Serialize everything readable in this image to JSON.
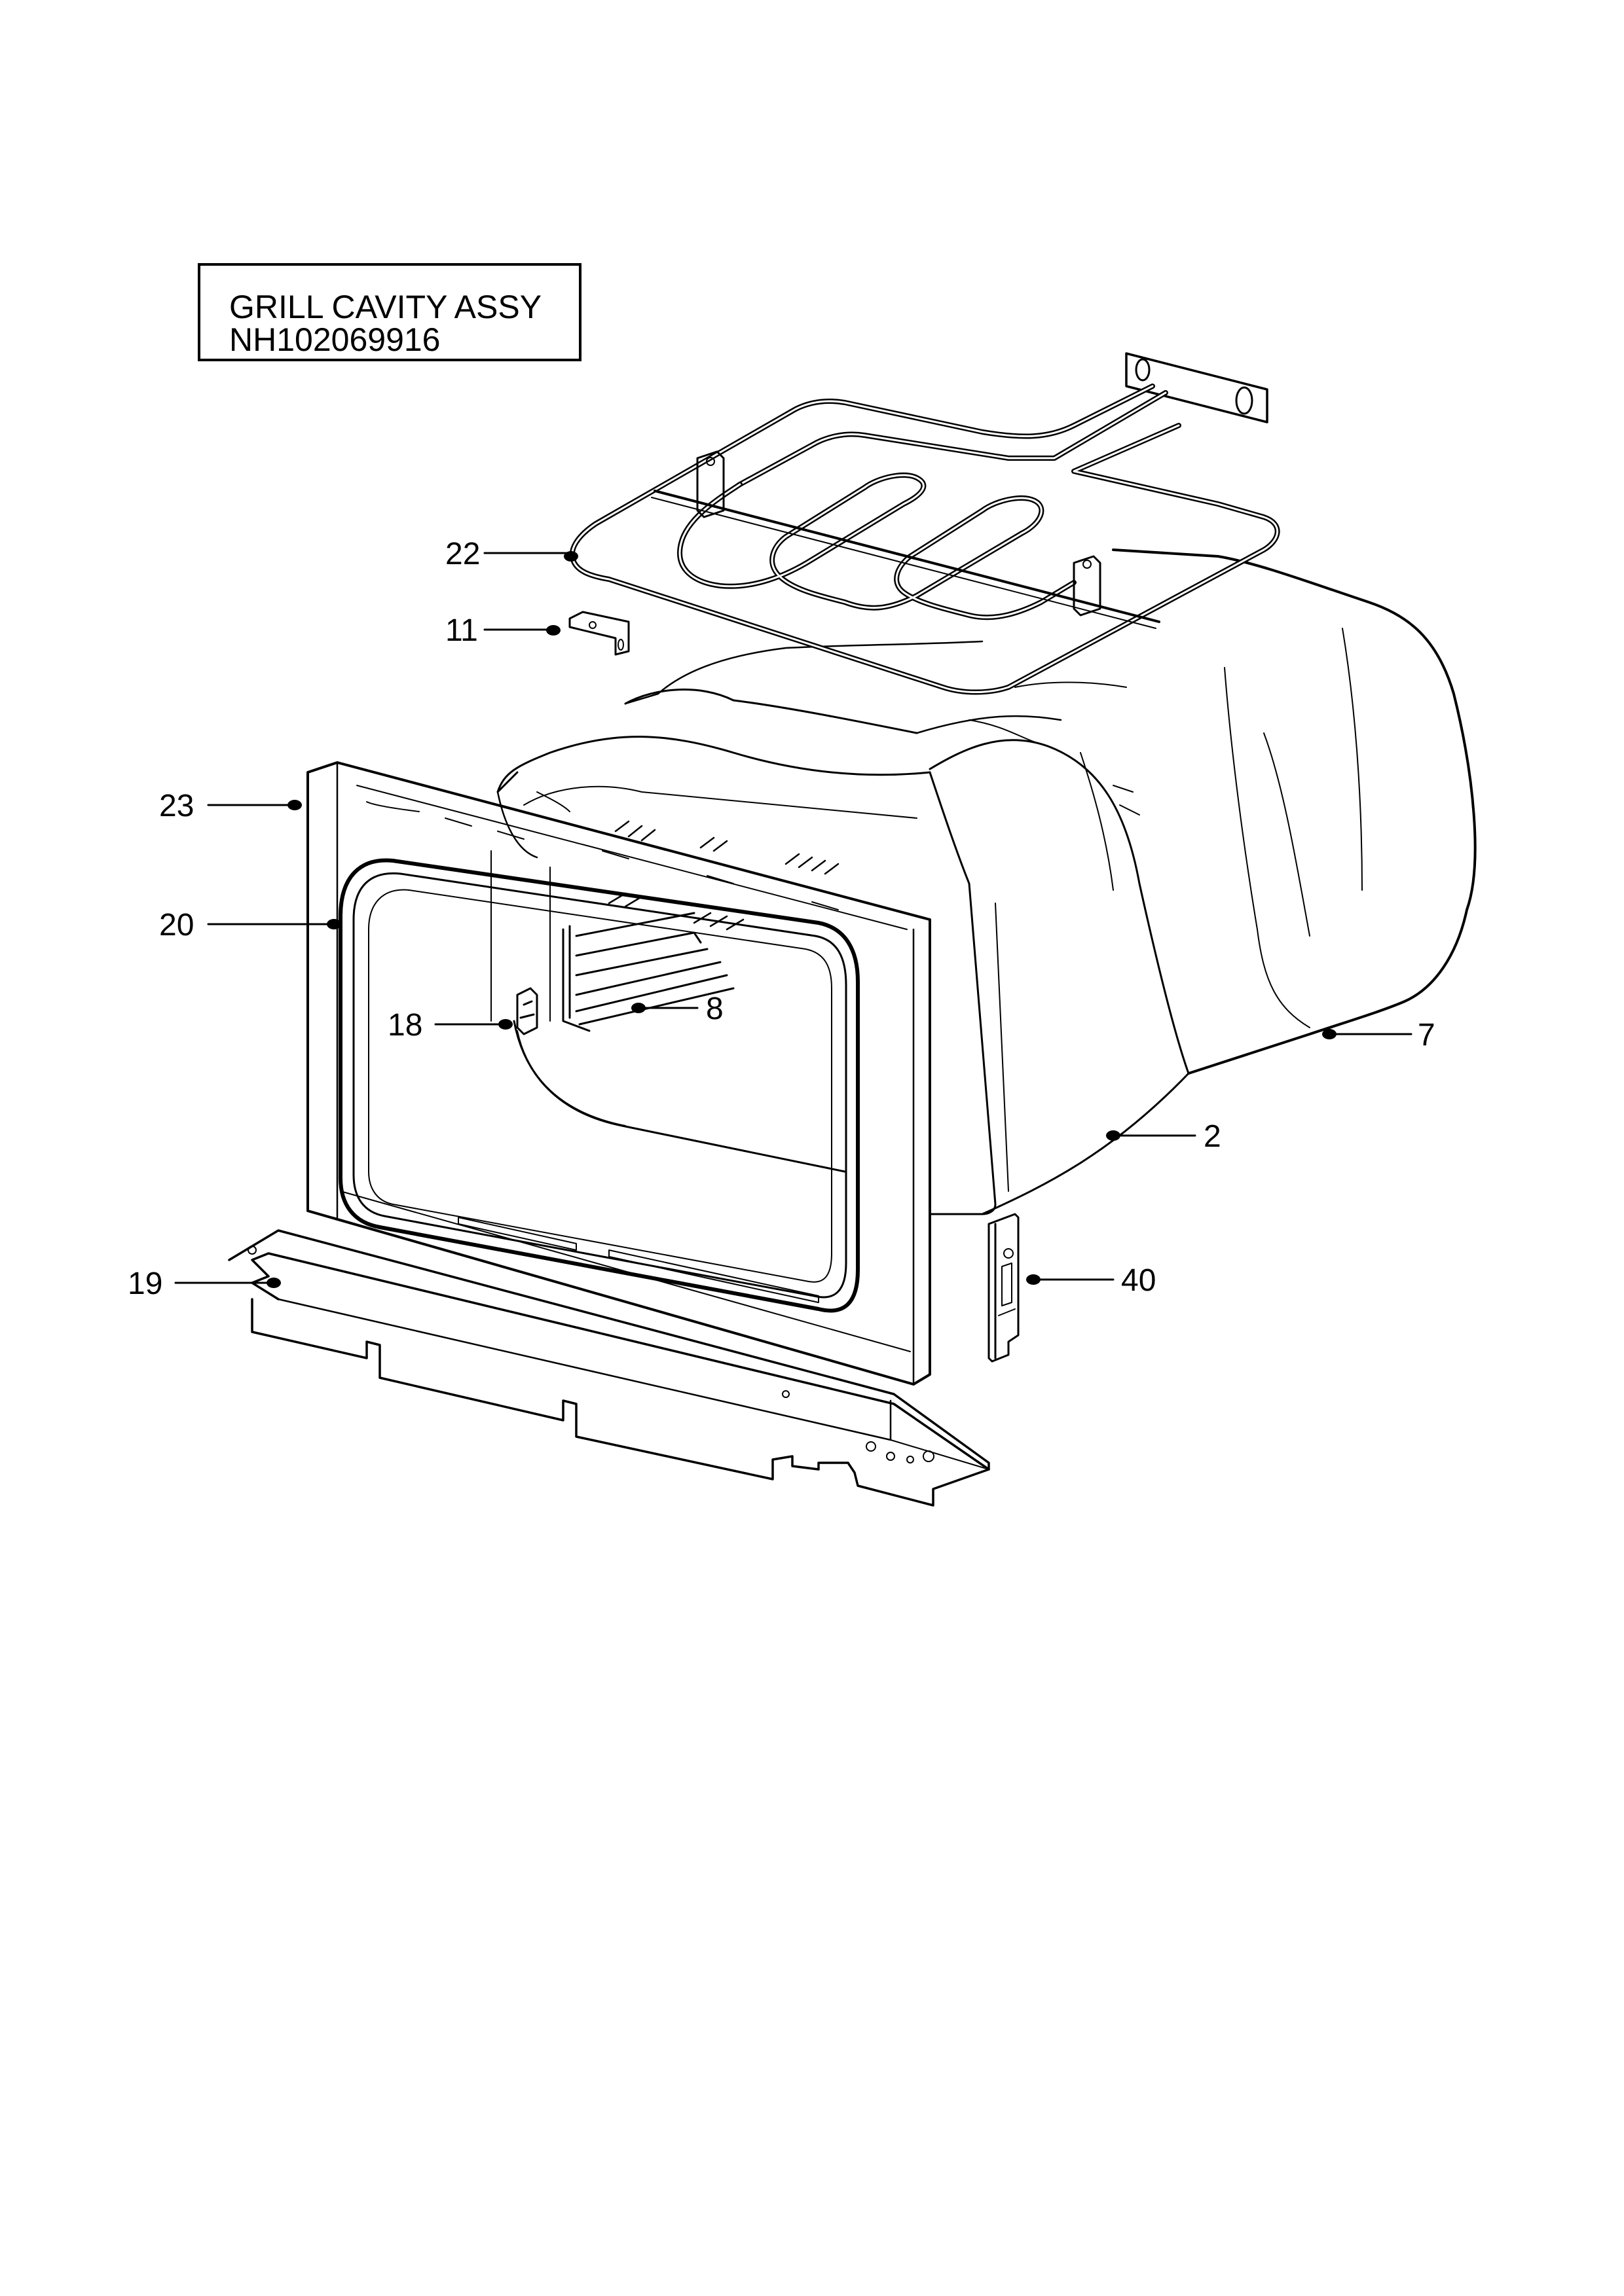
{
  "title_block": {
    "line1": "GRILL CAVITY ASSY",
    "line2": "NH102069916"
  },
  "callouts": [
    {
      "id": "c22",
      "label": "22"
    },
    {
      "id": "c11",
      "label": "11"
    },
    {
      "id": "c23",
      "label": "23"
    },
    {
      "id": "c20",
      "label": "20"
    },
    {
      "id": "c18",
      "label": "18"
    },
    {
      "id": "c8",
      "label": "8"
    },
    {
      "id": "c7",
      "label": "7"
    },
    {
      "id": "c2",
      "label": "2"
    },
    {
      "id": "c19",
      "label": "19"
    },
    {
      "id": "c40",
      "label": "40"
    }
  ],
  "colors": {
    "line": "#000000",
    "background": "#ffffff"
  }
}
